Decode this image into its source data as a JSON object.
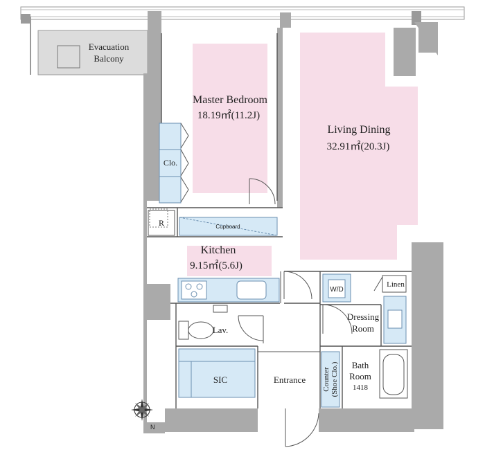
{
  "rooms": {
    "evacuation_balcony": {
      "line1": "Evacuation",
      "line2": "Balcony"
    },
    "master_bedroom": {
      "name": "Master Bedroom",
      "area": "18.19㎡(11.2J)"
    },
    "living_dining": {
      "name": "Living Dining",
      "area": "32.91㎡(20.3J)"
    },
    "kitchen": {
      "name": "Kitchen",
      "area": "9.15㎡(5.6J)"
    },
    "closet": "Clo.",
    "refrigerator": "R",
    "cupboard": "Cupboard",
    "washer_dryer": "W/D",
    "linen": "Linen",
    "dressing_room": {
      "line1": "Dressing",
      "line2": "Room"
    },
    "lavatory": "Lav.",
    "sic": "SIC",
    "entrance": "Entrance",
    "counter": {
      "line1": "Counter",
      "line2": "(Shoe Clo.)"
    },
    "bath_room": {
      "line1": "Bath",
      "line2": "Room",
      "code": "1418"
    }
  },
  "compass": {
    "north_label": "N"
  },
  "colors": {
    "wall": "#aaaaaa",
    "room_highlight": "#f7dde8",
    "storage": "#d6e9f6",
    "storage_border": "#6b8fb0",
    "balcony": "#dcdcdc"
  }
}
